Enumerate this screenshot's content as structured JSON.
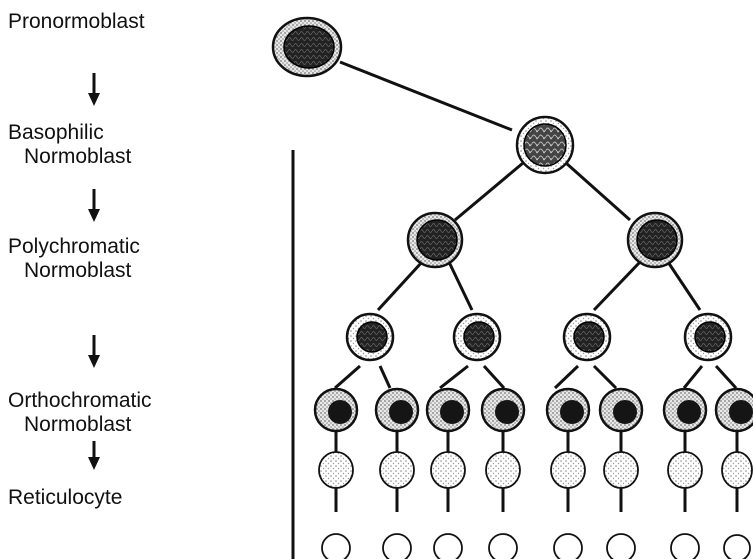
{
  "stages": [
    {
      "label_lines": [
        "Pronormoblast"
      ],
      "cells": 1
    },
    {
      "label_lines": [
        "Basophilic",
        "Normoblast"
      ],
      "cells": 1
    },
    {
      "label_lines": [
        "Polychromatic",
        "Normoblast"
      ],
      "cells": 2
    },
    {
      "label_lines": [
        "Orthochromatic",
        "Normoblast"
      ],
      "cells": 8
    },
    {
      "label_lines": [
        "Reticulocyte"
      ],
      "cells": 8
    }
  ],
  "colors": {
    "text": "#111111",
    "line": "#111111",
    "nucleus_dark": "#151515",
    "cytoplasm_dotted": "#c8c8c8",
    "mature_cell": "#ffffff"
  }
}
